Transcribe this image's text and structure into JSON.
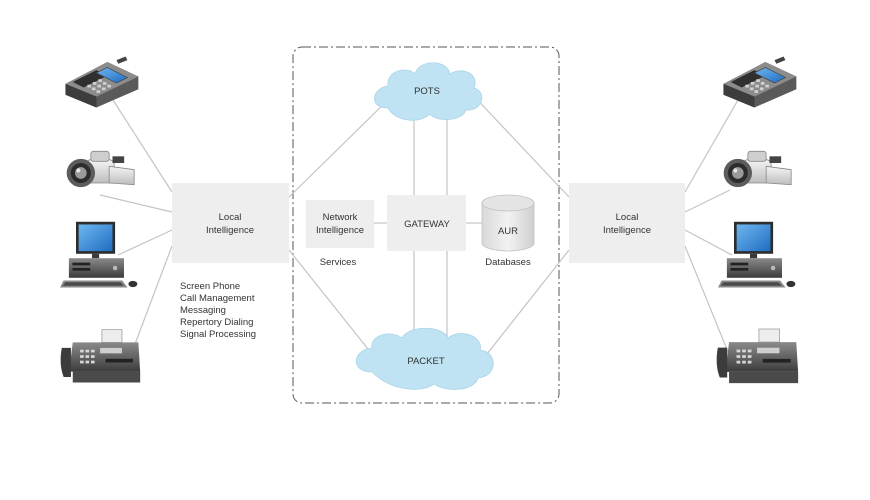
{
  "nodes": {
    "local_left": {
      "line1": "Local",
      "line2": "Intelligence"
    },
    "local_right": {
      "line1": "Local",
      "line2": "Intelligence"
    },
    "network": {
      "line1": "Network",
      "line2": "Intelligence"
    },
    "gateway": {
      "label": "GATEWAY"
    },
    "aur": {
      "label": "AUR"
    },
    "pots": {
      "label": "POTS"
    },
    "packet": {
      "label": "PACKET"
    }
  },
  "captions": {
    "services": "Services",
    "databases": "Databases"
  },
  "features": [
    "Screen Phone",
    "Call Management",
    "Messaging",
    "Repertory Dialing",
    "Signal Processing"
  ],
  "devices": {
    "left": [
      "desk-phone-icon",
      "video-camera-icon",
      "desktop-computer-icon",
      "fax-machine-icon"
    ],
    "right": [
      "desk-phone-icon",
      "video-camera-icon",
      "desktop-computer-icon",
      "fax-machine-icon"
    ]
  },
  "colors": {
    "box_fill": "#eeeeee",
    "cloud_fill": "#bfe3f2",
    "line": "#c4c4c4",
    "dash": "#555555",
    "device_dark": "#4a4a4a",
    "screen_blue": "#3a8ed8"
  }
}
